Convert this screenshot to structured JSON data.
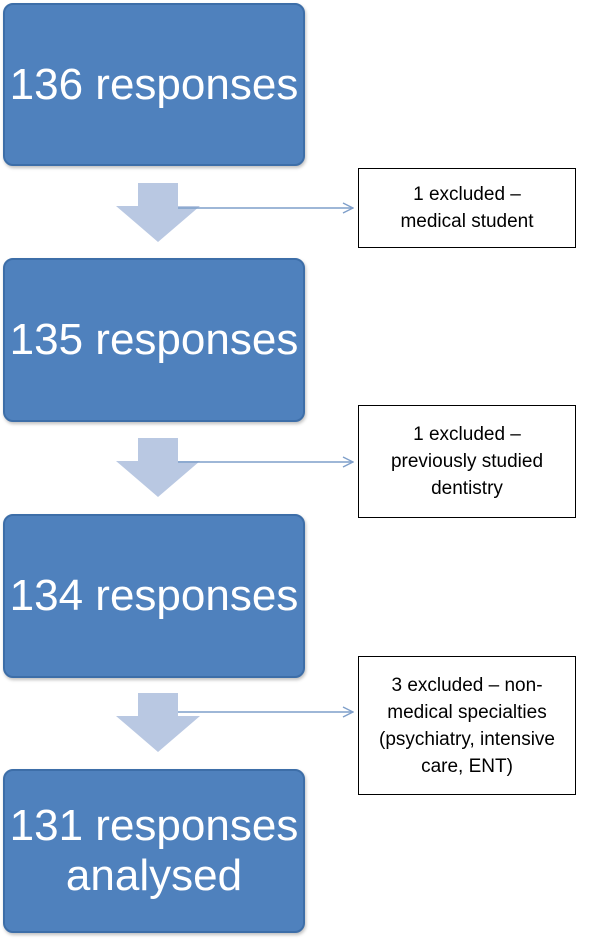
{
  "flowchart": {
    "stages": [
      {
        "lines": [
          "136 responses"
        ]
      },
      {
        "lines": [
          "135 responses"
        ]
      },
      {
        "lines": [
          "134 responses"
        ]
      },
      {
        "lines": [
          "131 responses",
          "analysed"
        ]
      }
    ],
    "exclusions": [
      {
        "lines": [
          "1 excluded –",
          "medical student"
        ]
      },
      {
        "lines": [
          "1 excluded –",
          "previously studied",
          "dentistry"
        ]
      },
      {
        "lines": [
          "3 excluded – non-",
          "medical specialties",
          "(psychiatry, intensive",
          "care, ENT)"
        ]
      }
    ]
  },
  "colors": {
    "box_fill": "#4f81bd",
    "arrow_fill": "#b9c8e2",
    "connector_line": "#7f9fca"
  }
}
